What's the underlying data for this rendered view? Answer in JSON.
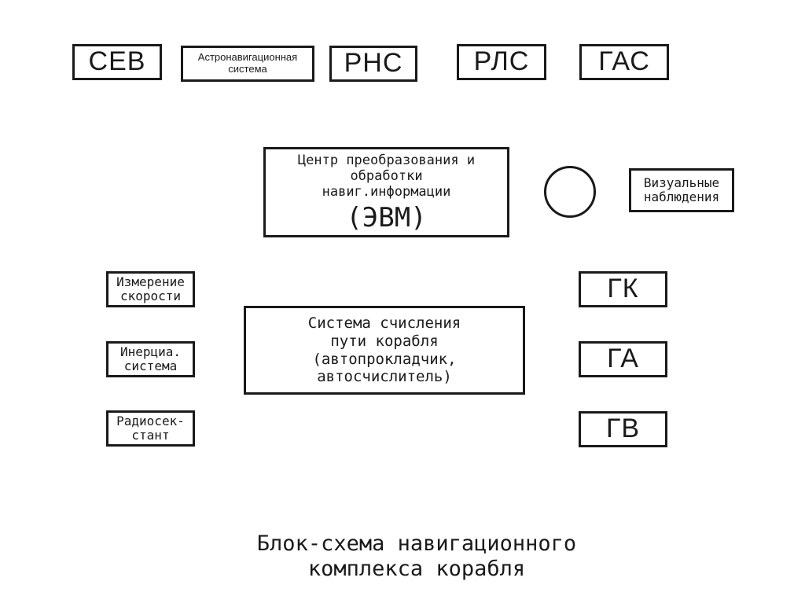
{
  "top_row": {
    "sev": "СЕВ",
    "astro": [
      "Астронавигационная",
      "система"
    ],
    "rns": "РНС",
    "rls": "РЛС",
    "gas": "ГАС"
  },
  "center_processing": {
    "lines": [
      "Центр преобразования и",
      "обработки",
      "навиг.информации"
    ],
    "evm": "(ЭВМ)"
  },
  "visual": [
    "Визуальные",
    "наблюдения"
  ],
  "left_column": {
    "speed": [
      "Измерение",
      "скорости"
    ],
    "inertial": [
      "Инерциа.",
      "система"
    ],
    "sextant": [
      "Радиосек-",
      "стант"
    ]
  },
  "dead_reckoning": {
    "lines": [
      "Система счисления",
      "пути корабля",
      "(автопрокладчик,",
      "автосчислитель)"
    ]
  },
  "right_column": {
    "gk": "ГК",
    "ga": "ГА",
    "gv": "ГВ"
  },
  "caption": {
    "line1": "Блок-схема навигационного",
    "line2": "комплекса корабля"
  }
}
